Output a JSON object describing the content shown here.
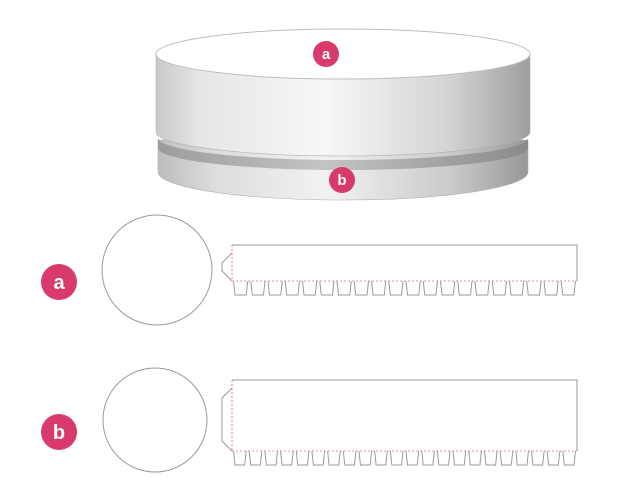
{
  "markers": {
    "lid": "a",
    "base": "b",
    "row_a": "a",
    "row_b": "b"
  },
  "colors": {
    "marker": "#d83a6c",
    "outline": "#9a9a9a",
    "fold_line": "#e06a8c",
    "box_light": "#f4f4f4",
    "box_mid": "#dadada",
    "box_dark": "#b4b4b4"
  },
  "notches": {
    "row_a": 20,
    "row_b": 22
  }
}
